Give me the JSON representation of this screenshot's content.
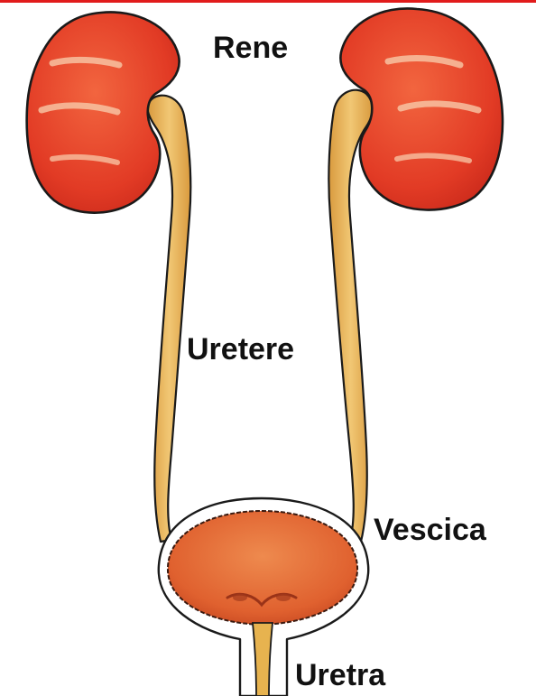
{
  "labels": {
    "kidney": "Rene",
    "ureter": "Uretere",
    "bladder": "Vescica",
    "urethra": "Uretra"
  },
  "colors": {
    "accent_rule": "#e11b1b",
    "kidney": "#e8412b",
    "ureter": "#e6b35a",
    "bladder": "#e2683a",
    "outline": "#1a1a1a"
  }
}
